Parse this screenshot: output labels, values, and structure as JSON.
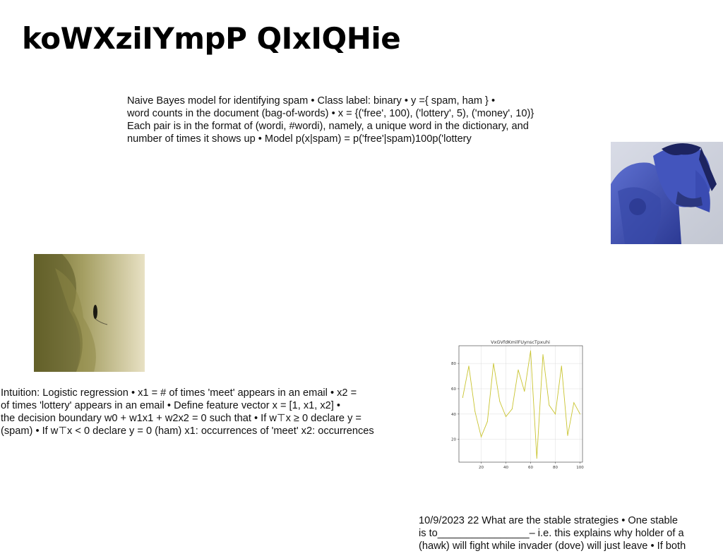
{
  "page": {
    "title": "koWXziIYmpP QIxIQHie"
  },
  "paragraphs": [
    {
      "lines": [
        "Naive Bayes model for identifying spam • Class label: binary • y ={ spam, ham } •",
        "word counts in the document (bag-of-words) • x = {('free', 100), ('lottery', 5), ('money', 10)}",
        "Each pair is in the format of (wordi, #wordi), namely, a unique word in the dictionary, and",
        "number of times it shows up • Model p(x|spam) = p('free'|spam)100p('lottery"
      ]
    },
    {
      "lines": [
        "Intuition: Logistic regression • x1 = # of times 'meet' appears in an email • x2 =",
        "of times 'lottery' appears in an email • Define feature vector x = [1, x1, x2] •",
        "the decision boundary w0 + w1x1 + w2x2 = 0 such that • If w⊤x ≥ 0 declare y =",
        "(spam) • If w⊤x < 0 declare y = 0 (ham) x1: occurrences of 'meet' x2: occurrences"
      ]
    },
    {
      "lines": [
        "10/9/2023 22 What are the stable strategies • One stable",
        "is to________________– i.e. this explains why holder of a",
        "(hawk) will fight while invader (dove) will just leave • If both"
      ]
    }
  ],
  "images": {
    "person": {
      "tint": "#4a5bb5"
    },
    "ufo": {
      "tint": "#b7ab78"
    }
  },
  "chart_data": {
    "type": "line",
    "title": "VxGVfdKmilFUynscTpxuhi",
    "x": [
      5,
      10,
      15,
      20,
      25,
      30,
      35,
      40,
      45,
      50,
      55,
      60,
      65,
      70,
      75,
      80,
      85,
      90,
      95,
      100
    ],
    "series": [
      {
        "values": [
          53,
          78,
          42,
          22,
          34,
          80,
          50,
          38,
          44,
          75,
          58,
          90,
          5,
          87,
          47,
          40,
          78,
          23,
          49,
          40
        ]
      }
    ],
    "xticks": [
      20,
      40,
      60,
      80,
      100
    ],
    "yticks": [
      20,
      40,
      60,
      80
    ],
    "xlim": [
      2,
      102
    ],
    "ylim": [
      2,
      94
    ],
    "grid": true,
    "color": "#c9c430"
  }
}
